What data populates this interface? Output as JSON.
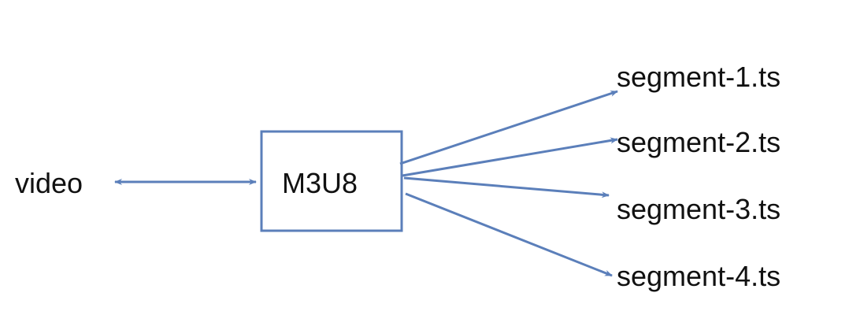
{
  "nodes": {
    "source": "video",
    "playlist": "M3U8",
    "segments": [
      "segment-1.ts",
      "segment-2.ts",
      "segment-3.ts",
      "segment-4.ts"
    ]
  },
  "colors": {
    "edge": "#5b7fba",
    "text": "#111111"
  }
}
